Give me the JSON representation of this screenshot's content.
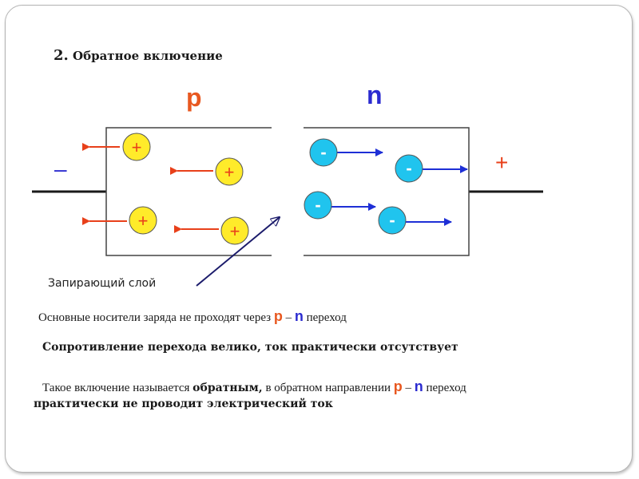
{
  "heading": {
    "number": "2.",
    "text": "Обратное включение"
  },
  "regions": {
    "p": "p",
    "n": "n"
  },
  "polarity": {
    "left": "–",
    "right": "+"
  },
  "carriers": {
    "hole_sign": "+",
    "electron_sign": "-"
  },
  "barrier_caption": "Запирающий слой",
  "line1": {
    "prefix": "Основные носители заряда не проходят через",
    "p": "p",
    "dash": "–",
    "n": "n",
    "suffix": "переход"
  },
  "line2": "Сопротивление перехода велико, ток практически отсутствует",
  "line3": {
    "prefix": "Такое включение называется",
    "bold": "обратным,",
    "middle": "в обратном направлении",
    "p": "p",
    "dash": "–",
    "n": "n",
    "suffix": "переход"
  },
  "line4": "практически не проводит электрический ток",
  "colors": {
    "hole": "#ffeb2a",
    "electron": "#20c4ee",
    "p_arrow": "#e8401a",
    "n_arrow": "#1e2fd6",
    "p_text": "#e85820",
    "n_text": "#2b2bd0"
  }
}
